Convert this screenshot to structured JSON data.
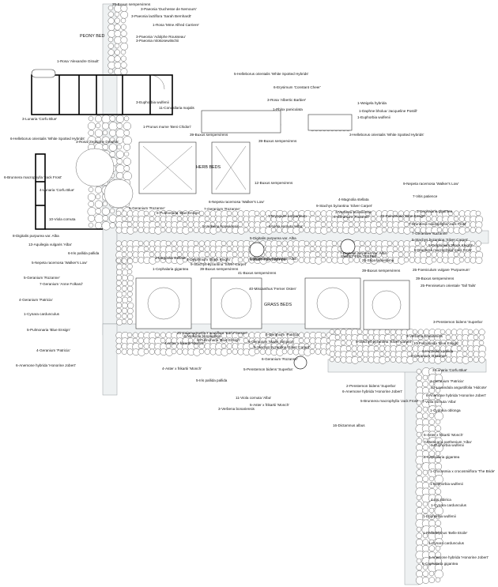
{
  "areas": {
    "peony_bed": "PEONY BED",
    "herb_beds": "HERB BEDS",
    "grass_beds": "GRASS BEDS"
  },
  "teepee_label": "SWEET PEA TEEPEE",
  "labels": [
    "25-Buxus sempervirens",
    "3-Paeonia 'Duchesse de Nemours'",
    "3-Paeonia lactiflora 'Sarah Bernhardt'",
    "1-Rosa 'Mme Alfred Carriere'",
    "3-Paeonia 'Adolphe Rousseau'",
    "3-Paeonia mlokosewitschii",
    "1-Rosa 'Alexandre Girault'",
    "5-Helleborus orientalis 'White Spotted Hybrids'",
    "6-Erysimum 'Constant Cheer'",
    "3-Rosa 'Albertic Barbier'",
    "3-Euphorbia wulfenii",
    "11-Convallaria majalis",
    "1-Phlox paniculata",
    "1-Prunus mume 'Beni Chidori'",
    "1-Weigela hybrida",
    "1-Daphne bholua 'Jacqueline Postill'",
    "1-Euphorbia wulfenii",
    "3-Lunaria 'Corfu Blue'",
    "6-Helleborus orientalis 'White Spotted Hybrids'",
    "3-Helleborus orientalis 'White Spotted Hybrids'",
    "3-Rosa 'Zephirine Drouhin'",
    "39-Buxus sempervirens",
    "39-Buxus sempervirens",
    "6-Brunnera macrophylla 'Jack Frost'",
    "12-Buxus sempervirens",
    "4-Lunaria 'Corfu Blue'",
    "6-Nepeta racemosa 'Walker's Low'",
    "9-Nepeta racemosa 'Walker's Low'",
    "5-Geranium 'Rozanne'",
    "4-Magnolia stellata",
    "7-Vitis patience",
    "9-Stachys byzantina 'Silver Carpet'",
    "5-Pulmonaria 'Blue Ensign'",
    "7-Geranium 'Rozanne'",
    "3-Verbena bonariensis",
    "3-Cephalaria gigantea",
    "7-Eryngium x tripartitum",
    "6-Geranium 'Rozanne'",
    "10-Pulmonaria 'Blue Ensign'",
    "10-Viola cornuta",
    "7-Brunnera macrophylla 'Jack Frost'",
    "5-Verbena bonariensis",
    "5-Viola cornuta 'Alba'",
    "8-Digitalis purpurea var. Alba",
    "7-Geranium 'Rozanne'",
    "5-Digitalis purpurea var. Alba",
    "5-Stachys byzantina 'Silver Carpet'",
    "13-Aquilegia vulgaris 'Alba'",
    "8-Brunnera macrophylla 'Jack Frost'",
    "6-Iris pallida pallida",
    "5-Delphinium 'Black Knight'",
    "7-Digitalis purpurea var. Alba",
    "1-Magnolia stellata",
    "4-Delphinium 'Black Knight'",
    "5-Nepeta racemosa 'Walker's Low'",
    "5-Digitalis purpurea var. Alba",
    "9-Stachys byzantina 'Silver Carpet'",
    "25-Stipa tenuissima",
    "1-Cephalaria gigantea",
    "39-Buxus sempervirens",
    "25-Foeniculum vulgare 'Purpureum'",
    "39-Buxus sempervirens",
    "5-Geranium 'Rozanne'",
    "41-Buxus sempervirens",
    "39-Buxus sempervirens",
    "7-Geranium 'Anne Folkard'",
    "25-Pennisetum orientale 'Tall Tails'",
    "4-Geranium 'Patricia'",
    "40-Miscanthus 'Ferner Osten'",
    "1-Cynara cardunculus",
    "5-Pulmonaria 'Blue Ensign'",
    "25-Calamagrostis x acutiflora 'Karl Foerster'",
    "5-Verbena bonariensis",
    "5-Geranium 'Patricia'",
    "3-Penstemon bidens 'Superba'",
    "4-Aster x frikartii 'Monch'",
    "8-Pulmonaria 'Blue Ensign'",
    "6-Geranium 'Mavis Simpson'",
    "5-Stachys byzantina 'Silver Carpet'",
    "5-Stachys byzantina 'Silver Carpet'",
    "3-Verbena bonariensis",
    "10-Pulmonaria 'Blue Ensign'",
    "4-Geranium 'Patricia'",
    "5-Iris pallida pallida",
    "6-Anemone hybrida 'Honorine Jobert'",
    "6-Geranium 'Rozanne'",
    "6-Geranium 'Rozanne'",
    "3-Lunaria 'Corfu Blue'",
    "4-Aster x frikartii 'Monch'",
    "5-Penstemon bidens 'Superba'",
    "5-Iris pallida pallida",
    "2-Geranium 'Patricia'",
    "2-Penstemon bidens 'Superba'",
    "13-Lavandula angustifolia 'Hidcote'",
    "6-Anemone hybrida 'Honorine Jobert'",
    "6-Anemone hybrida 'Honorine Jobert'",
    "11-Viola cornuta 'Alba'",
    "7-Viola cornuta 'Alba'",
    "5-Aster x frikartii 'Monch'",
    "5-Brunnera macrophylla 'Jack Frost'",
    "1-Cydonia oblonga",
    "3-Verbena bonariensis",
    "16-Dictamnus albus",
    "5-Aster x frikartii 'Monch'",
    "7-Matricaria parthenium 'Alba'",
    "1-Euphorbia wulfenii",
    "1-Cephalaria gigantea",
    "1-Crocosmia x crocosmiiflora 'The Bride'",
    "1-Euphorbia wulfenii",
    "4-Iris sibirica",
    "1-Cynara cardunculus",
    "1-Euphorbia wulfenii",
    "1-Philadelphus 'Belle Etoile'",
    "1-Cynara cardunculus",
    "3-Anemone hybrida 'Honorine Jobert'",
    "5-Cephalaria gigantea"
  ]
}
